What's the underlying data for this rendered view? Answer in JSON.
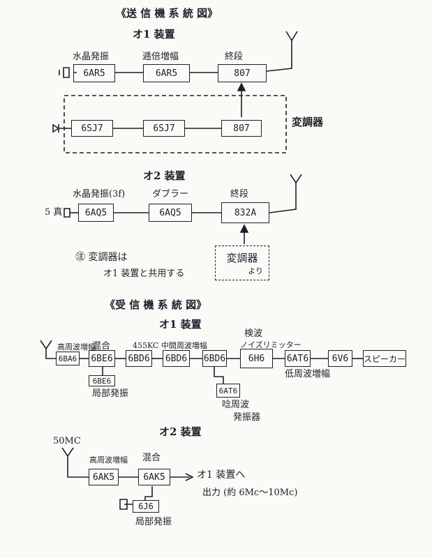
{
  "tx": {
    "title": "《送 信 機 系 統 図》",
    "set1": {
      "heading": "オ1 装置",
      "labels": {
        "xtal_osc": "水晶発振",
        "mult": "逓倍増幅",
        "final": "終段",
        "modulator": "変調器"
      },
      "tubes": {
        "osc": "6AR5",
        "mult": "6AR5",
        "final": "807",
        "mod1": "6SJ7",
        "mod2": "6SJ7",
        "mod3": "807"
      }
    },
    "set2": {
      "heading": "オ2 装置",
      "labels": {
        "xtal_osc": "水晶発振(3f)",
        "doubler": "ダブラー",
        "final": "終段",
        "key": "5 真"
      },
      "tubes": {
        "osc": "6AQ5",
        "doubler": "6AQ5",
        "final": "832A"
      },
      "modulator_box": "変調器",
      "modulator_sub": "より",
      "note_line1": "㊟ 変調器は",
      "note_line2": "オ1 装置と共用する"
    }
  },
  "rx": {
    "title": "《受 信 機 系 統 図》",
    "set1": {
      "heading": "オ1 装置",
      "labels": {
        "rf_amp": "高周波増幅",
        "mixer": "混合",
        "if_amp": "455KC 中間周波増幅",
        "det": "検波",
        "nb": "ノイズリミッター",
        "af_amp": "低周波増幅",
        "lo": "局部発振",
        "bfo_line1": "唸周波",
        "bfo_line2": "発振器"
      },
      "tubes": {
        "rf": "6BA6",
        "mix": "6BE6",
        "lo": "6BE6",
        "if1": "6BD6",
        "if2": "6BD6",
        "if3": "6BD6",
        "det": "6H6",
        "af1": "6AT6",
        "af2": "6V6",
        "bfo": "6AT6"
      },
      "speaker": "スピーカー"
    },
    "set2": {
      "heading": "オ2 装置",
      "labels": {
        "freq": "50MC",
        "rf_amp": "高周波増幅",
        "mixer": "混合",
        "lo": "局部発振",
        "out1": "オ1 装置へ",
        "out2": "出力 (約 6Mc〜10Mc)"
      },
      "tubes": {
        "rf": "6AK5",
        "mix": "6AK5",
        "lo": "6J6"
      }
    }
  }
}
